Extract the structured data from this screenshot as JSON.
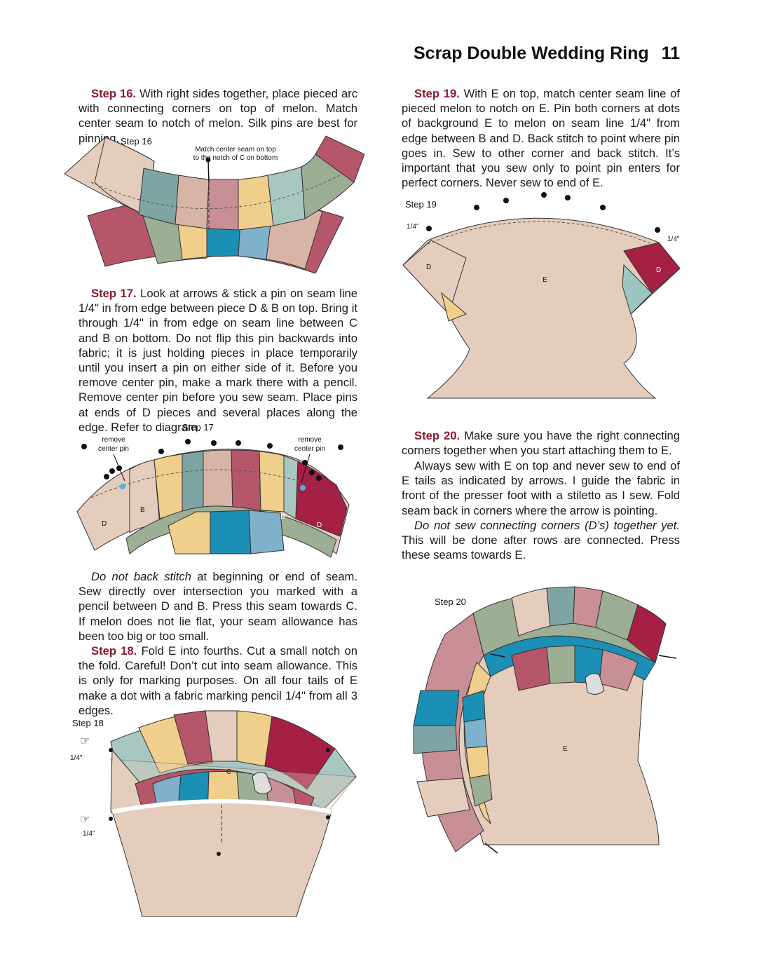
{
  "header": {
    "title": "Scrap Double Wedding Ring",
    "page_number": "11"
  },
  "left": {
    "step16": {
      "label": "Step 16.",
      "text": " With right sides together, place pieced arc with connecting corners on top of melon.  Match center seam to notch of melon. Silk pins are best for pinning."
    },
    "fig16": {
      "caption": "Step 16",
      "note_line1": "Match center seam on top",
      "note_line2": "to the notch of C on bottom"
    },
    "step17": {
      "label": "Step 17.",
      "text": " Look at arrows & stick a pin on seam line 1/4\" in from edge between piece D & B on top. Bring it through 1/4\" in from edge on seam line between C and B on bottom. Do not flip this pin backwards into fabric; it is just holding pieces in place temporarily until you insert a pin on either side of it. Before you remove center pin, make a mark there with a pencil. Remove center pin before you sew seam. Place pins at ends of D pieces and several places along the edge. Refer to diagram."
    },
    "fig17": {
      "caption": "Step  17",
      "remove_line1": "remove",
      "remove_line2": "center pin",
      "label_d": "D",
      "label_b": "B"
    },
    "after17": {
      "italic": "Do not back stitch",
      "text": " at beginning or end of seam. Sew directly over intersection you marked with a pencil between D and B. Press this seam towards C. If melon does not lie flat, your seam allowance has been too big or too small."
    },
    "step18": {
      "label": "Step 18.",
      "text": " Fold E into fourths. Cut a small notch on the fold. Careful! Don’t cut into seam allowance. This is only for marking purposes. On all four tails of E make a dot with a fabric marking pencil 1/4\" from all 3 edges."
    },
    "fig18": {
      "caption": "Step 18",
      "quarter": "1/4\"",
      "label_c": "C"
    }
  },
  "right": {
    "step19": {
      "label": "Step 19.",
      "text": " With E on top, match center seam line of pieced melon to notch on E. Pin both corners at dots of background E  to melon on seam line 1/4\" from edge between B and D. Back stitch to point where pin goes in. Sew to other corner and back stitch. It’s important that you sew only to point pin enters for perfect corners. Never sew to end of E."
    },
    "fig19": {
      "caption": "Step 19",
      "quarter": "1/4\"",
      "label_d": "D",
      "label_e": "E"
    },
    "step20": {
      "label": "Step 20.",
      "text": " Make sure you have the right connecting corners together when you start attaching them to E.",
      "para2": "Always sew with E on top and never sew to end of E tails as indicated by arrows. I guide the fabric in front of the presser foot with a stiletto  as I sew. Fold seam back in corners where the arrow is pointing.",
      "para3_italic": "Do not sew connecting corners (D’s) together yet.",
      "para3_rest": " This will be done after rows are connected. Press these seams towards E."
    },
    "fig20": {
      "caption": "Step 20",
      "label_e": "E"
    }
  },
  "colors": {
    "step_label": "#8b1a2e",
    "fabric_beige": "#e4cdbd",
    "fabric_rose": "#b5566a",
    "fabric_sage": "#9cae94",
    "fabric_yellow": "#f0cf8c",
    "fabric_teal": "#1b8fb5",
    "fabric_blue": "#7fb1cc",
    "fabric_gray_teal": "#7ea5a4",
    "fabric_mauve": "#c98f96",
    "fabric_wine": "#a61f45",
    "fabric_tan": "#d8b4a6"
  }
}
